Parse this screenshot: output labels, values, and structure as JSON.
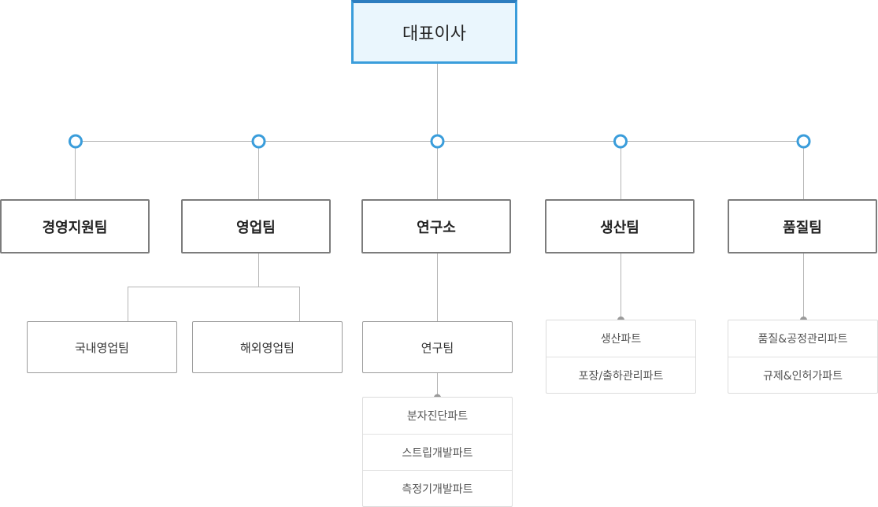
{
  "ceo": {
    "label": "대표이사"
  },
  "teams": [
    {
      "label": "경영지원팀"
    },
    {
      "label": "영업팀"
    },
    {
      "label": "연구소"
    },
    {
      "label": "생산팀"
    },
    {
      "label": "품질팀"
    }
  ],
  "sales_subteams": [
    {
      "label": "국내영업팀"
    },
    {
      "label": "해외영업팀"
    }
  ],
  "research_subteam": {
    "label": "연구팀"
  },
  "research_parts": [
    {
      "label": "분자진단파트"
    },
    {
      "label": "스트립개발파트"
    },
    {
      "label": "측정기개발파트"
    }
  ],
  "production_parts": [
    {
      "label": "생산파트"
    },
    {
      "label": "포장/출하관리파트"
    }
  ],
  "quality_parts": [
    {
      "label": "품질&공정관리파트"
    },
    {
      "label": "규제&인허가파트"
    }
  ],
  "colors": {
    "ceo_border": "#3a9ddb",
    "ceo_fill": "#eaf6fd",
    "node_ring": "#3a9ddb",
    "line": "#b5b5b5",
    "dot": "#9a9a9a"
  }
}
